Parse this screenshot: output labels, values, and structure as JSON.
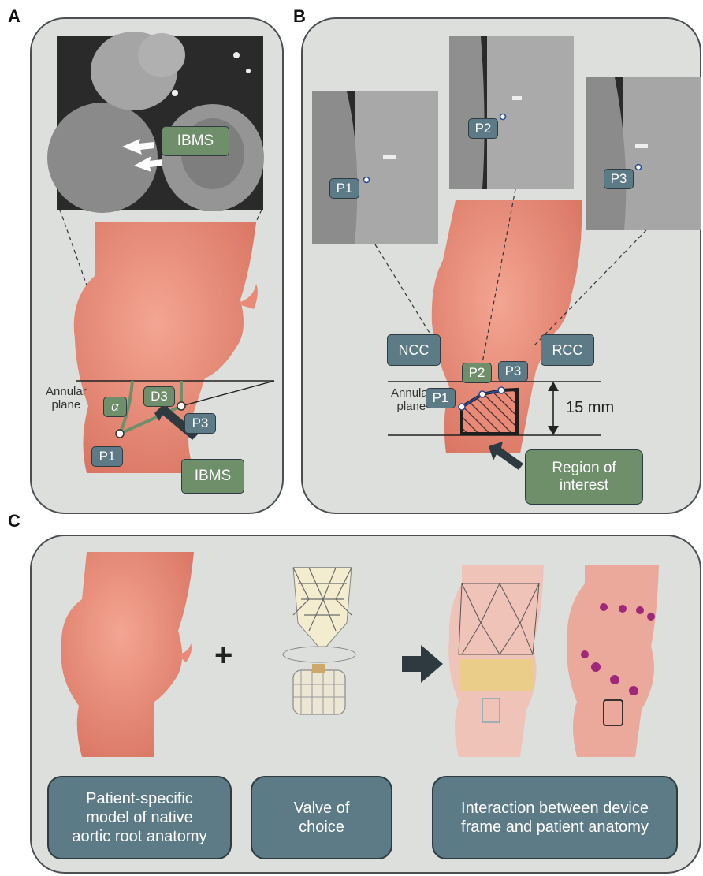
{
  "panels": {
    "a": {
      "letter": "A"
    },
    "b": {
      "letter": "B"
    },
    "c": {
      "letter": "C"
    }
  },
  "panel_a": {
    "ibms_ct_label": "IBMS",
    "annular_plane": "Annular\nplane",
    "alpha": "α",
    "d3": "D3",
    "p1": "P1",
    "p3": "P3",
    "ibms_label": "IBMS"
  },
  "panel_b": {
    "p1": "P1",
    "p2": "P2",
    "p3": "P3",
    "ncc": "NCC",
    "rcc": "RCC",
    "annular_plane": "Annular\nplane",
    "p1_low": "P1",
    "p2_low": "P2",
    "p3_low": "P3",
    "distance": "15 mm",
    "roi_label": "Region of\ninterest"
  },
  "panel_c": {
    "plus": "+",
    "caption_model": "Patient-specific\nmodel of native\naortic root anatomy",
    "caption_valve": "Valve of\nchoice",
    "caption_interaction": "Interaction between device\nframe and patient anatomy"
  },
  "colors": {
    "panel_bg": "#dcdfdc",
    "slate_tag": "#5d7b86",
    "green_tag": "#6e8f6a",
    "tissue": "#e98a78",
    "ct_gray": "#9a9a9a"
  }
}
